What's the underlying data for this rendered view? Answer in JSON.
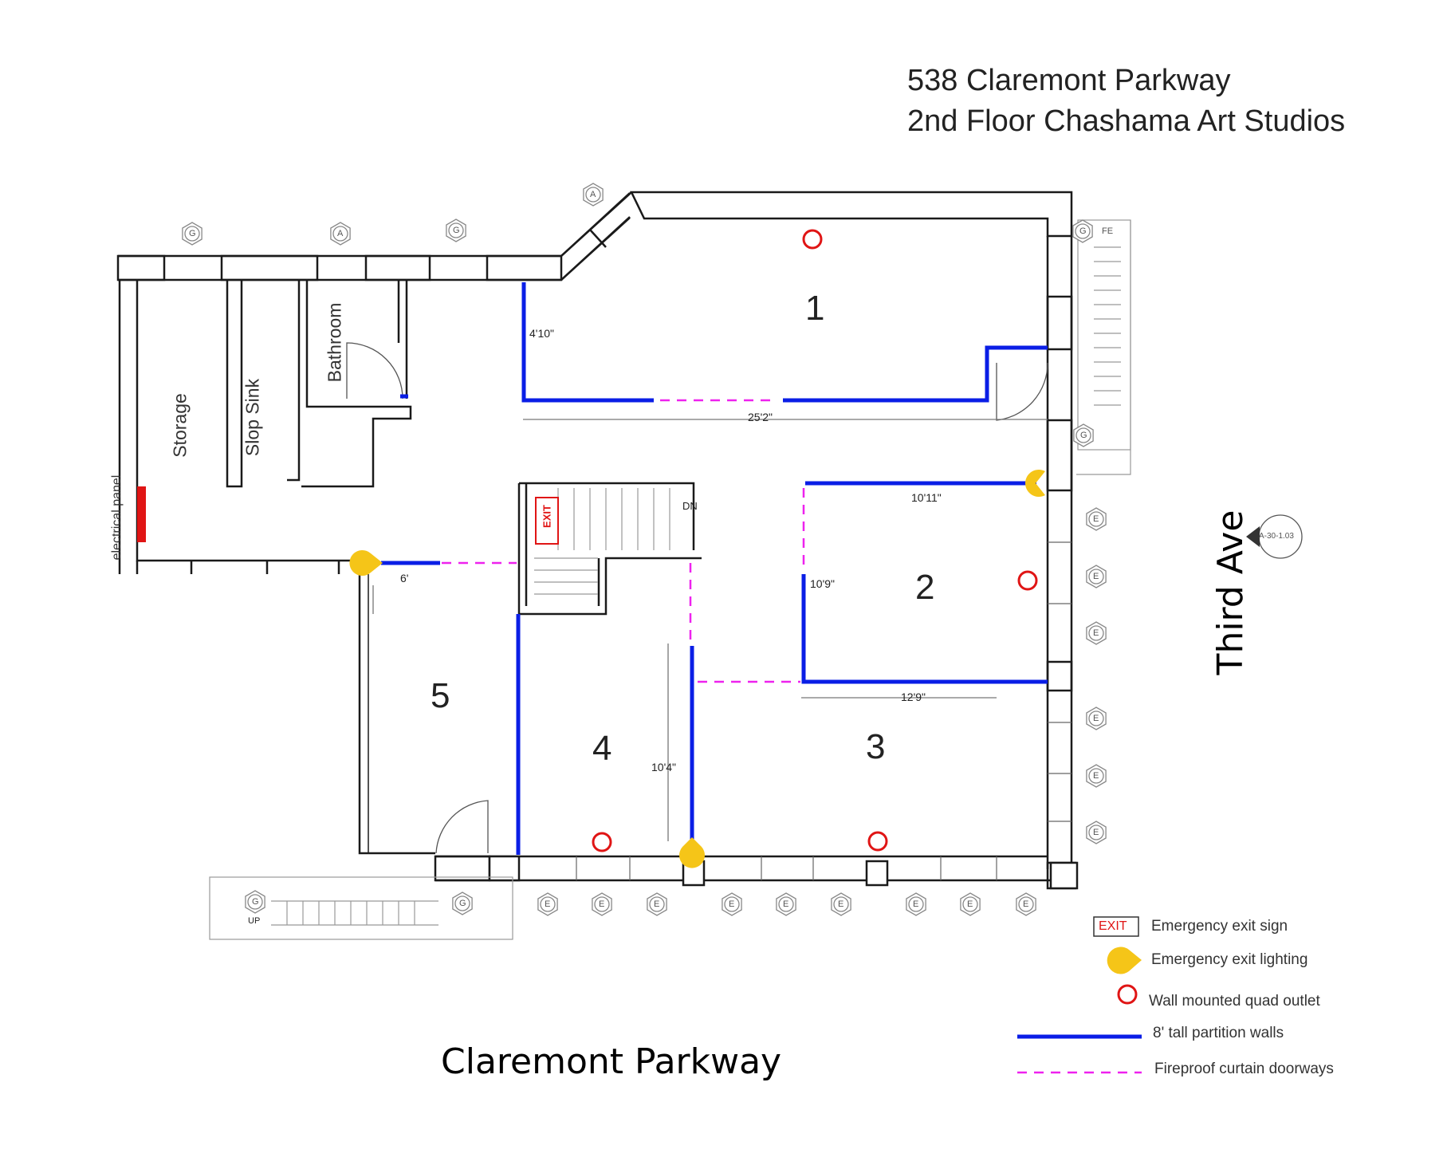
{
  "header": {
    "address": "538 Claremont Parkway",
    "subtitle": "2nd Floor Chashama Art Studios"
  },
  "streets": {
    "south": "Claremont Parkway",
    "east": "Third Ave"
  },
  "rooms": [
    "1",
    "2",
    "3",
    "4",
    "5"
  ],
  "room_labels": {
    "storage": "Storage",
    "slop_sink": "Slop Sink",
    "bathroom": "Bathroom",
    "electrical_panel": "electrical panel"
  },
  "dimensions": {
    "room1_side": "4'10\"",
    "room1_width": "25'2\"",
    "room2_top": "10'11\"",
    "room2_side": "10'9\"",
    "room2_bottom": "12'9\"",
    "room4_side": "10'4\"",
    "room5_door": "6'"
  },
  "stair_labels": {
    "down": "DN",
    "up": "UP",
    "exit": "EXIT"
  },
  "markers": {
    "g": "G",
    "a": "A",
    "e": "E",
    "fe": "FE",
    "section": "A-30-1.03"
  },
  "legend": [
    {
      "symbol": "exit-sign",
      "label": "Emergency exit sign",
      "sign_text": "EXIT"
    },
    {
      "symbol": "exit-light",
      "label": "Emergency exit lighting"
    },
    {
      "symbol": "outlet",
      "label": "Wall mounted quad outlet"
    },
    {
      "symbol": "partition",
      "label": "8' tall partition walls"
    },
    {
      "symbol": "curtain",
      "label": "Fireproof curtain doorways"
    }
  ],
  "colors": {
    "partition": "#0a1ee6",
    "curtain": "#ee22ee",
    "outlet": "#e01515",
    "exit_light": "#f5c518",
    "exit_sign": "#e01515",
    "wall": "#1a1a1a",
    "electrical_panel": "#e01515"
  }
}
